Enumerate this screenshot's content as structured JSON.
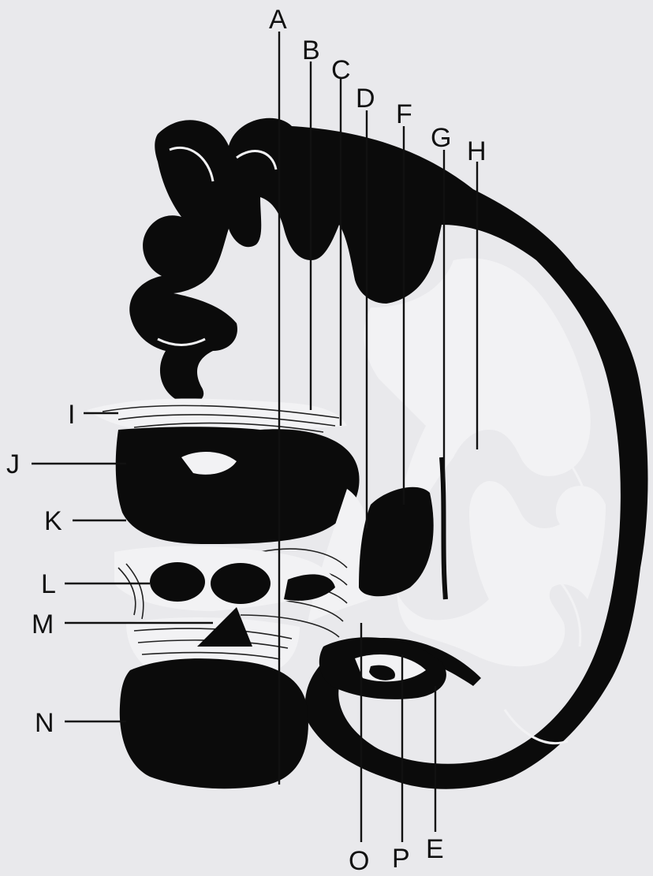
{
  "labels": {
    "A": "A",
    "B": "B",
    "C": "C",
    "D": "D",
    "F": "F",
    "G": "G",
    "H": "H",
    "I": "I",
    "J": "J",
    "K": "K",
    "L": "L",
    "M": "M",
    "N": "N",
    "O": "O",
    "P": "P",
    "E": "E"
  },
  "colors": {
    "ink": "#0b0b0b",
    "paper": "#e9e9ec",
    "white_matter": "#f2f2f4"
  }
}
